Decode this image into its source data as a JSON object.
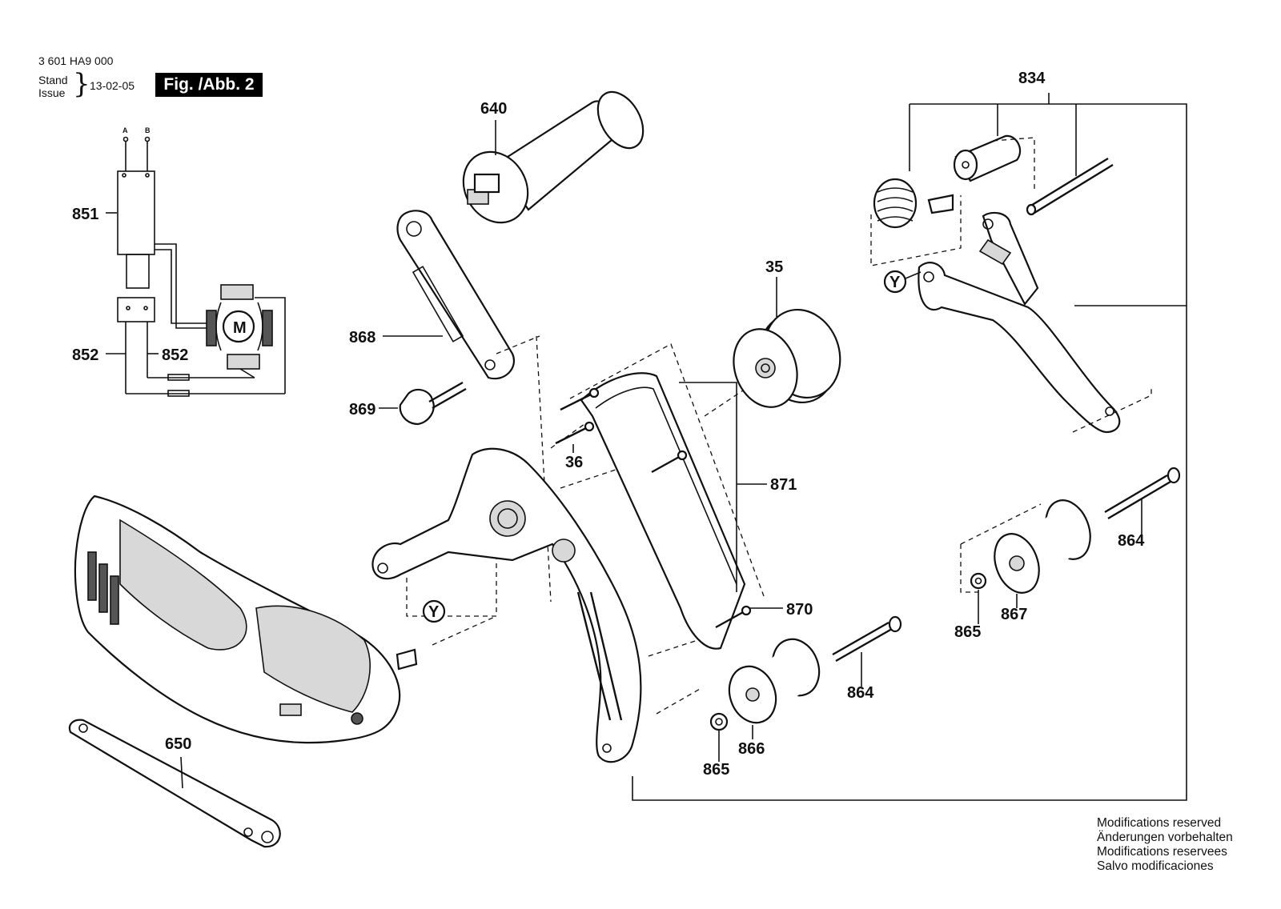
{
  "header": {
    "doc_number": "3 601 HA9 000",
    "stand": "Stand",
    "issue": "Issue",
    "date": "13-02-05",
    "figure": "Fig. /Abb. 2"
  },
  "wiring": {
    "terminal_a": "A",
    "terminal_b": "B",
    "motor": "M"
  },
  "callouts": {
    "c834": "834",
    "c640": "640",
    "c851": "851",
    "c852_left": "852",
    "c852_right": "852",
    "c868": "868",
    "c869": "869",
    "c35": "35",
    "c36": "36",
    "c871": "871",
    "c870": "870",
    "c864_right": "864",
    "c864_mid": "864",
    "c865_right": "865",
    "c865_mid": "865",
    "c867": "867",
    "c866": "866",
    "c650": "650",
    "y_left": "Y",
    "y_right": "Y"
  },
  "footer": {
    "line1": "Modifications reserved",
    "line2": "Änderungen vorbehalten",
    "line3": "Modifications reservees",
    "line4": "Salvo modificaciones"
  }
}
